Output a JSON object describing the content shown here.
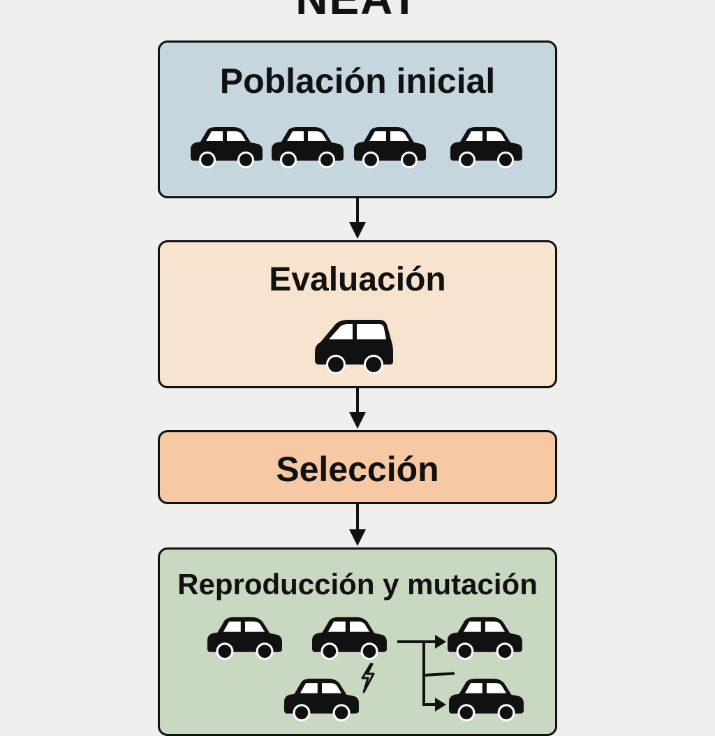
{
  "diagram": {
    "title": "NEAT",
    "steps": [
      {
        "label": "Población inicial",
        "color": "#c5d6df",
        "icons": [
          "car-icon",
          "car-icon",
          "car-icon",
          "car-icon"
        ]
      },
      {
        "label": "Evaluación",
        "color": "#f8e4ce",
        "icons": [
          "car-icon"
        ]
      },
      {
        "label": "Selección",
        "color": "#f6c9a4",
        "icons": []
      },
      {
        "label": "Reproducción y mutación",
        "color": "#c9d8c1",
        "icons": [
          "car-icon",
          "car-icon",
          "car-icon",
          "car-icon",
          "car-icon",
          "lightning-icon",
          "branch-arrow-icon"
        ]
      }
    ]
  }
}
